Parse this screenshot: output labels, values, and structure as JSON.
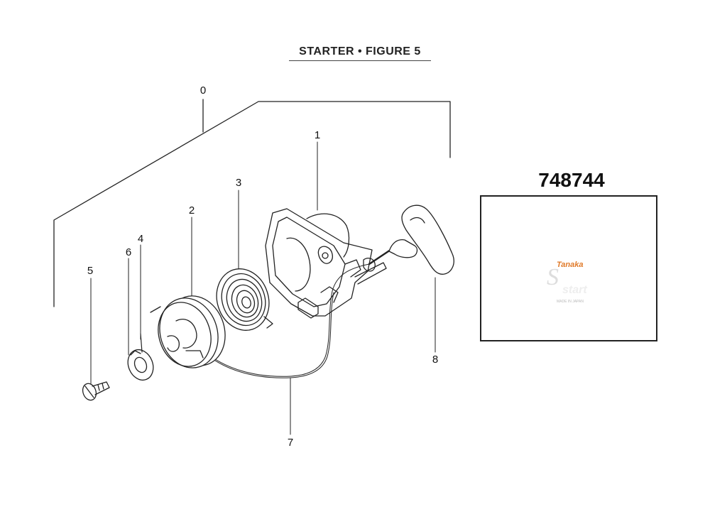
{
  "figure": {
    "title": "STARTER  •  FIGURE 5"
  },
  "callouts": [
    {
      "id": "callout-0",
      "label": "0"
    },
    {
      "id": "callout-1",
      "label": "1"
    },
    {
      "id": "callout-2",
      "label": "2"
    },
    {
      "id": "callout-3",
      "label": "3"
    },
    {
      "id": "callout-4",
      "label": "4"
    },
    {
      "id": "callout-5",
      "label": "5"
    },
    {
      "id": "callout-6",
      "label": "6"
    },
    {
      "id": "callout-7",
      "label": "7"
    },
    {
      "id": "callout-8",
      "label": "8"
    }
  ],
  "assembly_photo": {
    "part_number": "748744",
    "brand_text": "Tanaka",
    "logo_letter": "S",
    "logo_word": "start",
    "made_in": "MADE IN JAPAN"
  },
  "colors": {
    "line": "#222222",
    "brand_orange": "#e07a2a",
    "housing_dark": "#1e1e1e"
  }
}
